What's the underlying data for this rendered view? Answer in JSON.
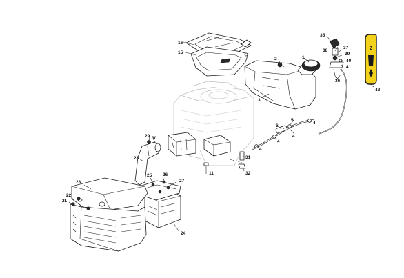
{
  "callouts": {
    "c1": "1",
    "c2": "2",
    "c3": "3",
    "c4a": "4",
    "c4b": "4",
    "c4c": "4",
    "c4d": "4",
    "c5": "5",
    "c6": "6",
    "c11": "11",
    "c15": "15",
    "c16": "16",
    "c21": "21",
    "c22": "22",
    "c23": "23",
    "c24": "24",
    "c25": "25",
    "c26": "26",
    "c27": "27",
    "c28": "28",
    "c29": "29",
    "c30": "30",
    "c31": "31",
    "c32": "32",
    "c35": "35",
    "c36": "36",
    "c37": "37",
    "c38": "38",
    "c39": "39",
    "c40": "40",
    "c41": "41",
    "c42": "42"
  },
  "section_tab": {
    "text": "Z",
    "color": "#f2d21a"
  }
}
